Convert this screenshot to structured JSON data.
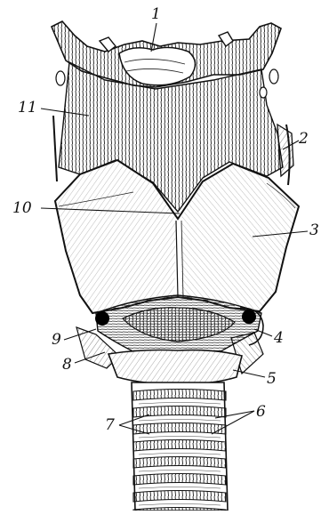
{
  "figure": {
    "labels": [
      {
        "id": "1",
        "text": "1"
      },
      {
        "id": "2",
        "text": "2"
      },
      {
        "id": "3",
        "text": "3"
      },
      {
        "id": "4",
        "text": "4"
      },
      {
        "id": "5",
        "text": "5"
      },
      {
        "id": "6",
        "text": "6"
      },
      {
        "id": "7",
        "text": "7"
      },
      {
        "id": "8",
        "text": "8"
      },
      {
        "id": "9",
        "text": "9"
      },
      {
        "id": "10",
        "text": "10"
      },
      {
        "id": "11",
        "text": "11"
      }
    ]
  },
  "colors": {
    "ink": "#111111",
    "paper": "#ffffff",
    "shade": "#cfcfcf"
  }
}
